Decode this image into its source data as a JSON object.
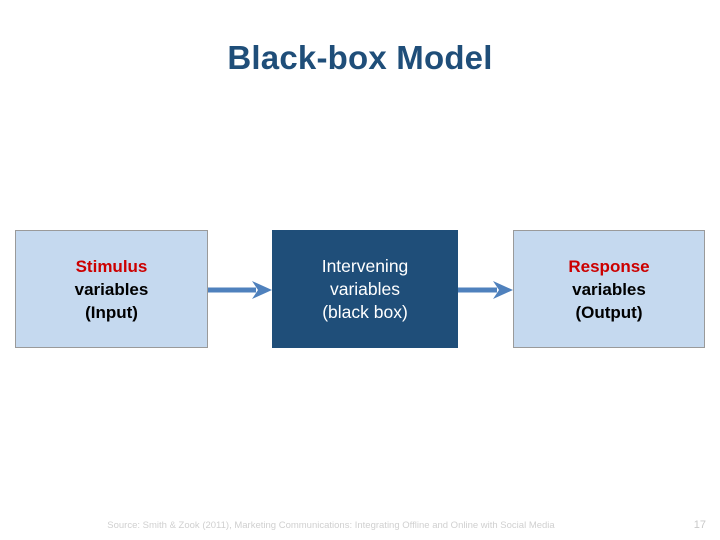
{
  "slide": {
    "title": "Black-box Model",
    "title_color": "#1f4e79",
    "background": "#ffffff"
  },
  "diagram": {
    "type": "flow",
    "arrow_color": "#4f81bd",
    "nodes": [
      {
        "id": "stimulus",
        "style": "light",
        "fill": "#c5d9ef",
        "border": "#9a9a9a",
        "lines": [
          {
            "text": "Stimulus",
            "color": "#cc0000"
          },
          {
            "text": "variables",
            "color": "#000000"
          },
          {
            "text": "(Input)",
            "color": "#000000"
          }
        ]
      },
      {
        "id": "intervening",
        "style": "dark",
        "fill": "#1f4e79",
        "border": "#1f4e79",
        "lines": [
          {
            "text": "Intervening",
            "color": "#ffffff"
          },
          {
            "text": "variables",
            "color": "#ffffff"
          },
          {
            "text": "(black box)",
            "color": "#ffffff"
          }
        ]
      },
      {
        "id": "response",
        "style": "light",
        "fill": "#c5d9ef",
        "border": "#9a9a9a",
        "lines": [
          {
            "text": "Response",
            "color": "#cc0000"
          },
          {
            "text": "variables",
            "color": "#000000"
          },
          {
            "text": "(Output)",
            "color": "#000000"
          }
        ]
      }
    ],
    "arrows": [
      {
        "id": "stimulus-to-intervening",
        "from": "stimulus",
        "to": "intervening"
      },
      {
        "id": "intervening-to-response",
        "from": "intervening",
        "to": "response"
      }
    ]
  },
  "footer": {
    "source": "Source: Smith & Zook (2011), Marketing Communications: Integrating Offline and Online with Social Media",
    "page_number": "17"
  }
}
